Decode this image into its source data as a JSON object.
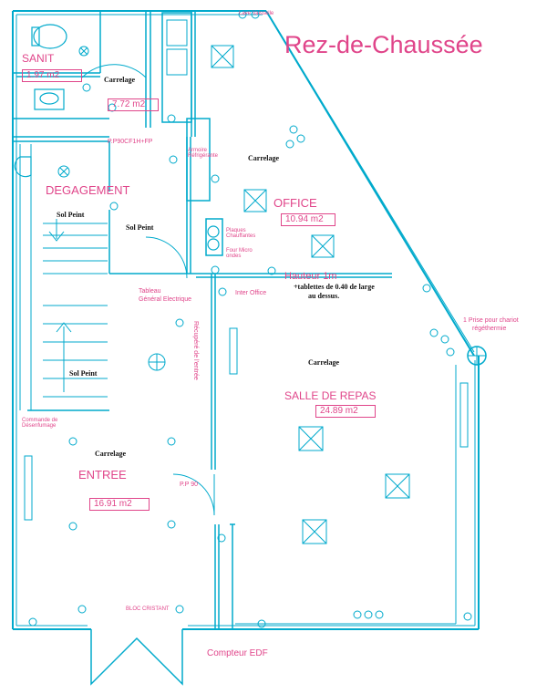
{
  "title": "Rez-de-Chaussée",
  "colors": {
    "walls": "#00aacc",
    "labels": "#e0458a",
    "notes": "#111111"
  },
  "rooms": {
    "sanit": {
      "name": "SANIT",
      "area": "1.97 m2"
    },
    "wc_area": {
      "area": "7.72 m2",
      "floor": "Carrelage"
    },
    "degagement": {
      "name": "DEGAGEMENT",
      "floor_left": "Sol Peint",
      "floor_right": "Sol Peint"
    },
    "office": {
      "name": "OFFICE",
      "area": "10.94 m2",
      "floor": "Carrelage"
    },
    "salle": {
      "name": "SALLE DE REPAS",
      "area": "24.89 m2",
      "floor": "Carrelage"
    },
    "entree": {
      "name": "ENTREE",
      "area": "16.91 m2",
      "floor": "Carrelage"
    },
    "stairs": {
      "floor": "Sol Peint"
    }
  },
  "annotations": {
    "lave_vaisselle": "Lave Vaisselle",
    "pp_door_top": "P.P90CF1H+FP",
    "armoire": "Armoire Réfrigérante",
    "plaques": "Plaques Chauffantes",
    "four": "Four Micro ondes",
    "hauteur": "Hauteur 1m",
    "tablettes_1": "+tablettes de 0.40 de large",
    "tablettes_2": "au dessus.",
    "tableau_1": "Tableau",
    "tableau_2": "Général Electrique",
    "inter_office": "Inter Office",
    "recuperation": "Récupéré de l'entrée",
    "prise_1": "1 Prise pour chariot",
    "prise_2": "régéthermie",
    "commande": "Commande de Désenfumage",
    "pp90": "P.P 90",
    "bloc": "BLOC CRISTANT",
    "compteur": "Compteur EDF"
  }
}
